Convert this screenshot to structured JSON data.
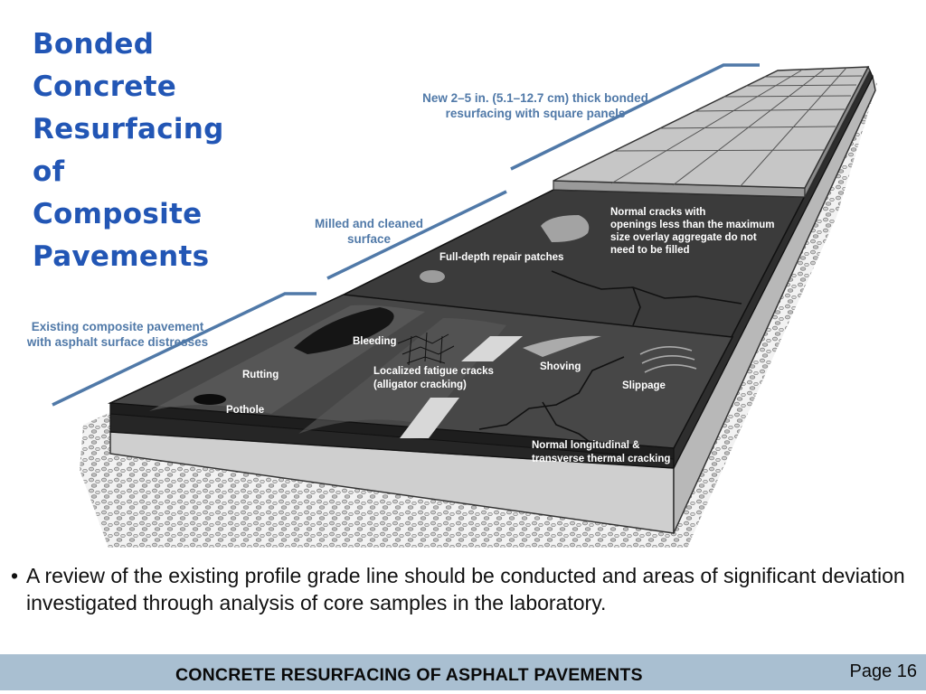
{
  "slide": {
    "title_lines": [
      "Bonded",
      "Concrete",
      "Resurfacing",
      "of",
      "Composite",
      "Pavements"
    ]
  },
  "diagram": {
    "callouts": {
      "new_layer": [
        "New 2–5 in. (5.1–12.7 cm) thick bonded",
        "resurfacing with square panels"
      ],
      "milled": [
        "Milled and cleaned",
        "surface"
      ],
      "existing": [
        "Existing composite pavement",
        "with asphalt surface distresses"
      ]
    },
    "labels": {
      "normal_cracks": [
        "Normal cracks with",
        "openings less than the maximum",
        "size overlay aggregate do not",
        "need to be filled"
      ],
      "full_depth": "Full-depth repair patches",
      "bleeding": "Bleeding",
      "rutting": "Rutting",
      "fatigue": [
        "Localized fatigue cracks",
        "(alligator cracking)"
      ],
      "shoving": "Shoving",
      "slippage": "Slippage",
      "pothole": "Pothole",
      "thermal": [
        "Normal longitudinal &",
        "transverse thermal cracking"
      ]
    },
    "colors": {
      "callout_blue": "#5079a8",
      "asphalt": "#3b3b3b",
      "panel": "#c6c6c6",
      "title_blue": "#2256b5"
    }
  },
  "body": {
    "bullet_symbol": "•",
    "bullet": "A review of the existing profile grade line should be conducted and areas of significant deviation investigated through analysis of core samples in the laboratory."
  },
  "footer": {
    "title": "CONCRETE RESURFACING OF ASPHALT PAVEMENTS",
    "page": "Page 16"
  }
}
